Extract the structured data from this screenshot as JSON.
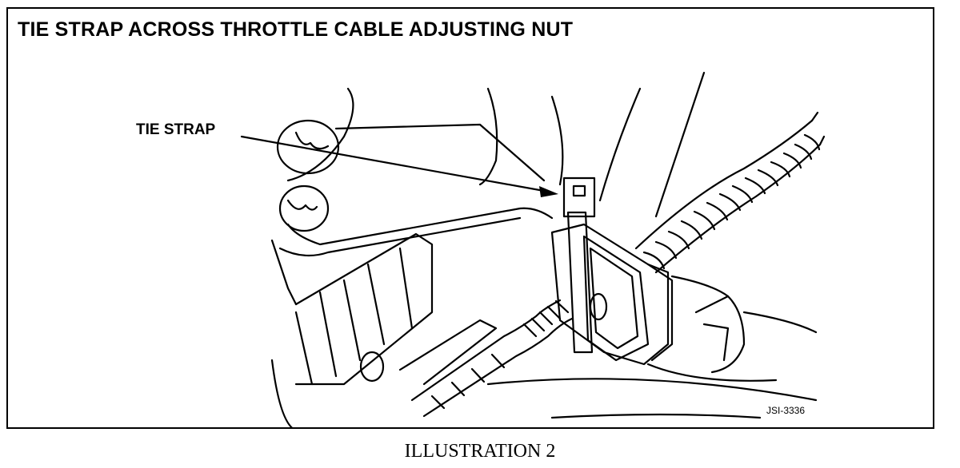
{
  "diagram": {
    "title": "TIE STRAP ACROSS THROTTLE CABLE ADJUSTING NUT",
    "callout": "TIE STRAP",
    "part_code": "JSI-3336",
    "caption": "ILLUSTRATION 2"
  },
  "colors": {
    "ink": "#000000",
    "paper": "#ffffff"
  }
}
